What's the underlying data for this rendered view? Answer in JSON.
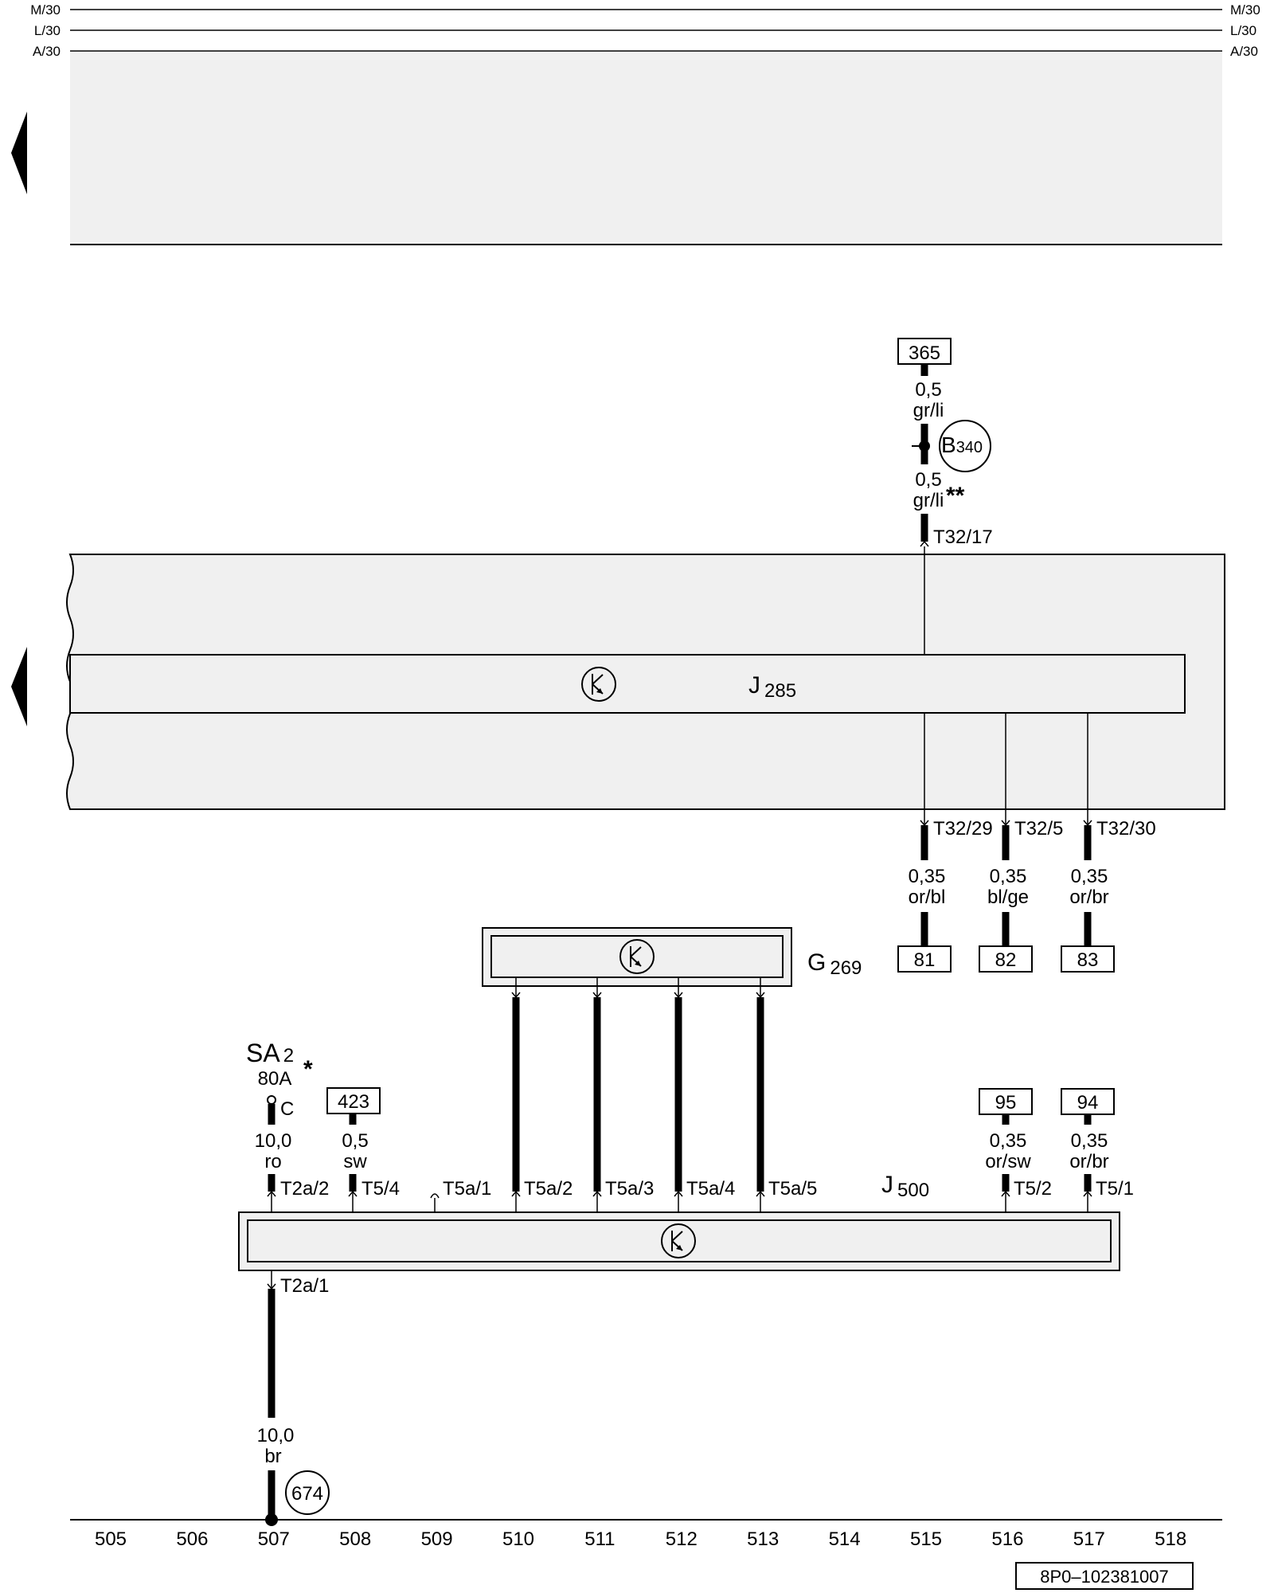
{
  "rails": [
    "M/30",
    "L/30",
    "A/30"
  ],
  "components": {
    "j285": {
      "label": "J",
      "sub": "285"
    },
    "g269": {
      "label": "G",
      "sub": "269"
    },
    "j500": {
      "label": "J",
      "sub": "500"
    },
    "sa2": {
      "label": "SA",
      "sub": "2",
      "rating": "80A",
      "mark": "*",
      "terminal": "C"
    },
    "b340": {
      "label": "B",
      "sub": "340"
    },
    "ground_674": "674"
  },
  "wires": {
    "w365_top": {
      "size": "0,5",
      "color": "gr/li"
    },
    "w365_bot": {
      "size": "0,5",
      "color": "gr/li",
      "mark": "**"
    },
    "w81": {
      "size": "0,35",
      "color": "or/bl"
    },
    "w82": {
      "size": "0,35",
      "color": "bl/ge"
    },
    "w83": {
      "size": "0,35",
      "color": "or/br"
    },
    "wsa2": {
      "size": "10,0",
      "color": "ro"
    },
    "w423": {
      "size": "0,5",
      "color": "sw"
    },
    "w95": {
      "size": "0,35",
      "color": "or/sw"
    },
    "w94": {
      "size": "0,35",
      "color": "or/br"
    },
    "wgnd": {
      "size": "10,0",
      "color": "br"
    }
  },
  "refs": {
    "r365": "365",
    "r81": "81",
    "r82": "82",
    "r83": "83",
    "r423": "423",
    "r95": "95",
    "r94": "94"
  },
  "terminals": {
    "t32_17": "T32/17",
    "t32_29": "T32/29",
    "t32_5": "T32/5",
    "t32_30": "T32/30",
    "t2a_2": "T2a/2",
    "t5_4": "T5/4",
    "t5a_1": "T5a/1",
    "t5a_2": "T5a/2",
    "t5a_3": "T5a/3",
    "t5a_4": "T5a/4",
    "t5a_5": "T5a/5",
    "t5_2": "T5/2",
    "t5_1": "T5/1",
    "t2a_1": "T2a/1"
  },
  "columns": [
    "505",
    "506",
    "507",
    "508",
    "509",
    "510",
    "511",
    "512",
    "513",
    "514",
    "515",
    "516",
    "517",
    "518"
  ],
  "drawing_number": "8P0–102381007"
}
